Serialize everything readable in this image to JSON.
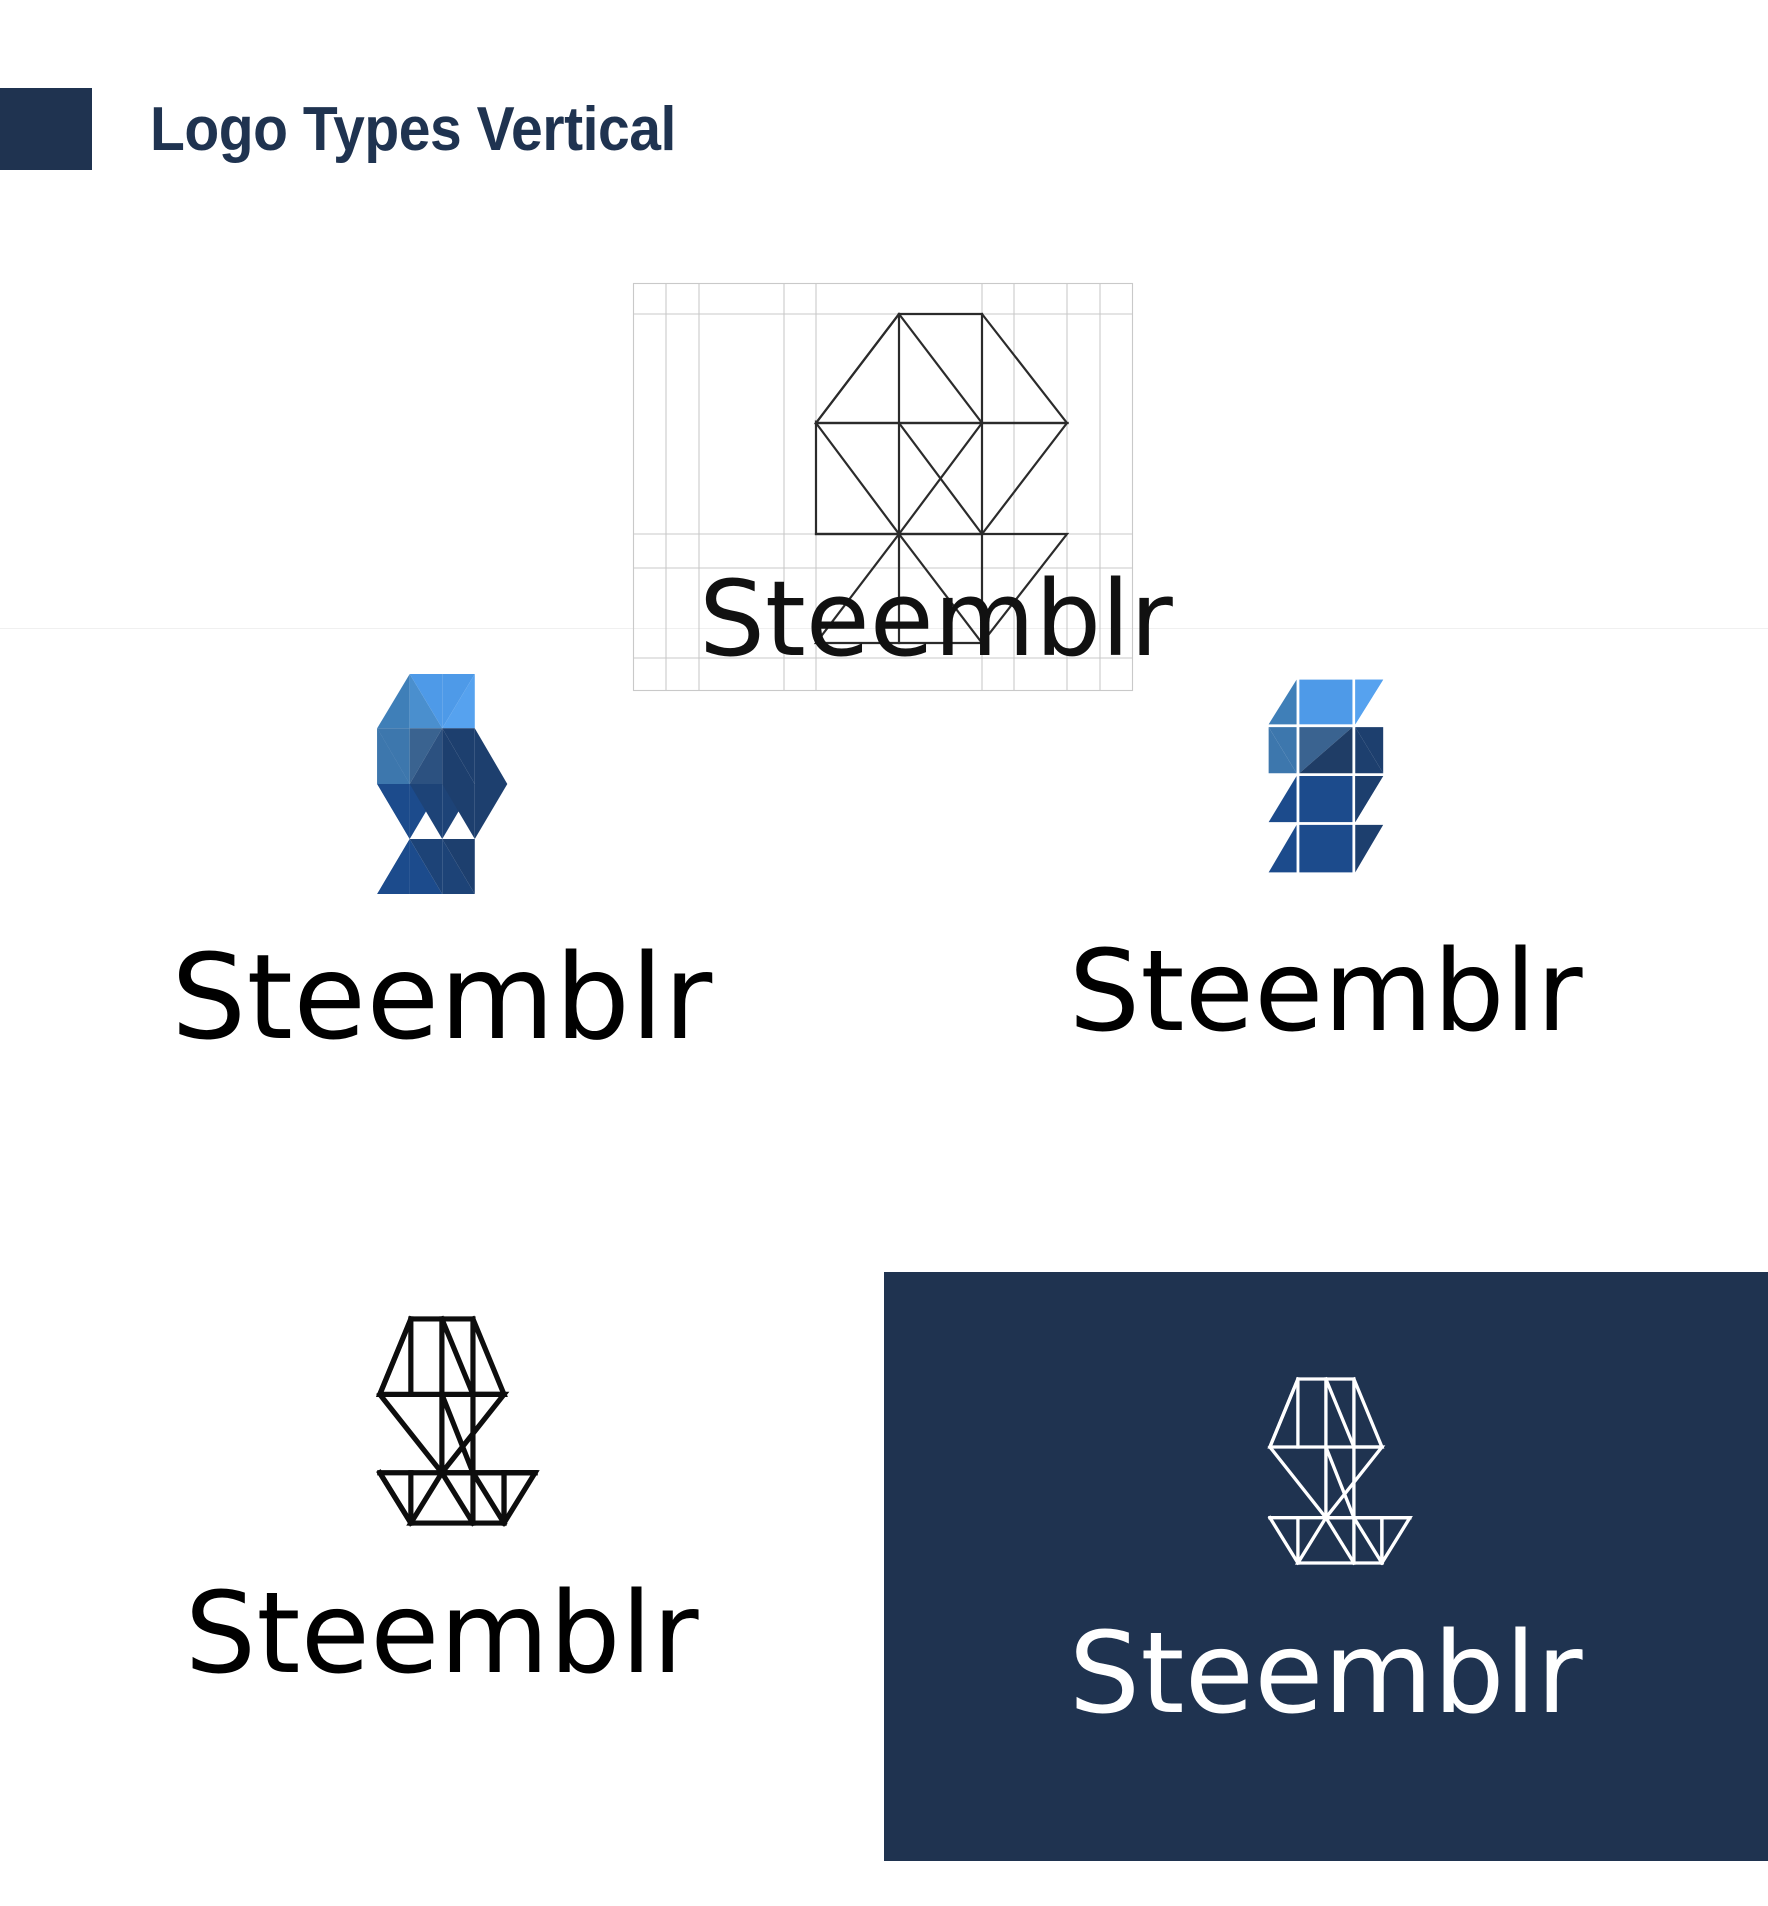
{
  "page": {
    "title": "Logo Types Vertical",
    "background": "#ffffff",
    "brand_navy": "#1f3350",
    "brand_black": "#000000",
    "brand_white": "#ffffff"
  },
  "header": {
    "title": "Logo Types Vertical",
    "swatch_color": "#1f3350",
    "swatch_name": "header-color-swatch"
  },
  "construction": {
    "wordmark": "Steemblr",
    "guide_color": "#c9c9c9",
    "mark_stroke": "#2b2b2b",
    "description": "construction grid with geometric S mark and wordmark"
  },
  "lockups": [
    {
      "id": "solid-color",
      "variant": "solid-faceted",
      "wordmark": "Steemblr",
      "wordmark_color": "#000000",
      "background": "#ffffff"
    },
    {
      "id": "segmented-color",
      "variant": "segmented-tiles",
      "wordmark": "Steemblr",
      "wordmark_color": "#000000",
      "background": "#ffffff"
    },
    {
      "id": "outline-black",
      "variant": "outline",
      "wordmark": "Steemblr",
      "wordmark_color": "#000000",
      "background": "#ffffff"
    },
    {
      "id": "outline-reversed",
      "variant": "outline",
      "wordmark": "Steemblr",
      "wordmark_color": "#ffffff",
      "background": "#1f3350"
    }
  ],
  "palette": {
    "light_blue": "#4e9ae8",
    "mid_blue_1": "#4a8fce",
    "mid_blue_2": "#3f7fb8",
    "steel_blue": "#3d6f9e",
    "slate_blue": "#3a6390",
    "deep_blue": "#1c4b8c",
    "navy_blue": "#1d3f6e",
    "dark_navy": "#1f3350",
    "darkest_navy": "#17314f"
  }
}
